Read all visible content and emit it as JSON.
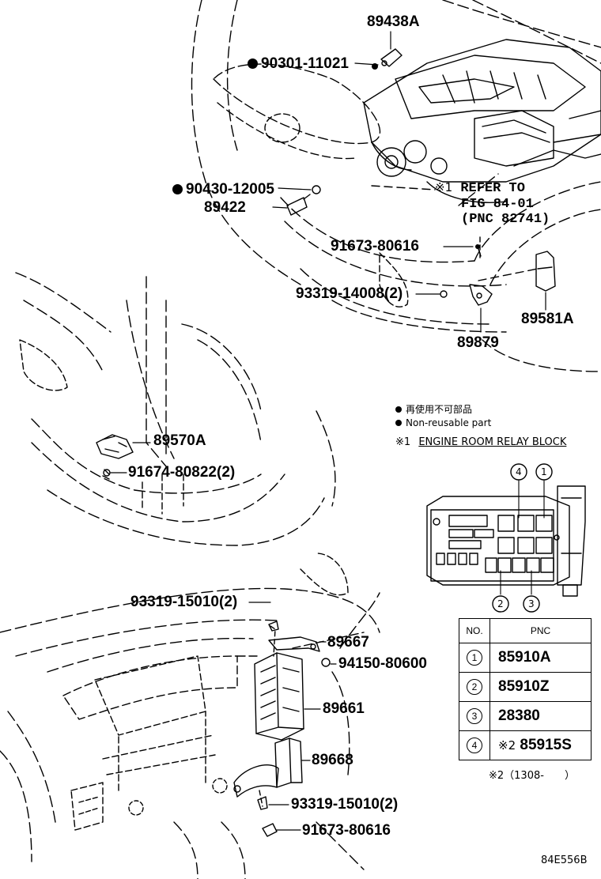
{
  "parts": {
    "p89438A": "89438A",
    "p90301": "90301-11021",
    "p90430": "90430-12005",
    "p89422": "89422",
    "refer_line1": "REFER TO",
    "refer_line2": "FIG 84-01",
    "refer_line3": "(PNC 82741)",
    "refer_mark": "※1",
    "p91673_top": "91673-80616",
    "p93319_14008": "93319-14008(2)",
    "p89581A": "89581A",
    "p89879": "89879",
    "p89570A": "89570A",
    "p91674": "91674-80822(2)",
    "p93319_top": "93319-15010(2)",
    "p89667": "89667",
    "p94150": "94150-80600",
    "p89661": "89661",
    "p89668": "89668",
    "p93319_bottom": "93319-15010(2)",
    "p91673_bottom": "91673-80616"
  },
  "legend": {
    "line_jp": "再使用不可部品",
    "line_en": "Non-reusable part",
    "note1_mark": "※1",
    "note1_text": "ENGINE ROOM RELAY BLOCK"
  },
  "relay_callouts": {
    "c1": "1",
    "c2": "2",
    "c3": "3",
    "c4": "4"
  },
  "pnc_table": {
    "header_no": "NO.",
    "header_pnc": "PNC",
    "rows": [
      {
        "no": "1",
        "pnc": "85910A",
        "mark": ""
      },
      {
        "no": "2",
        "pnc": "85910Z",
        "mark": ""
      },
      {
        "no": "3",
        "pnc": "28380",
        "mark": ""
      },
      {
        "no": "4",
        "pnc": "85915S",
        "mark": "※2"
      }
    ]
  },
  "footnote2": "※2（1308-　　）",
  "figure_code": "84E556B"
}
